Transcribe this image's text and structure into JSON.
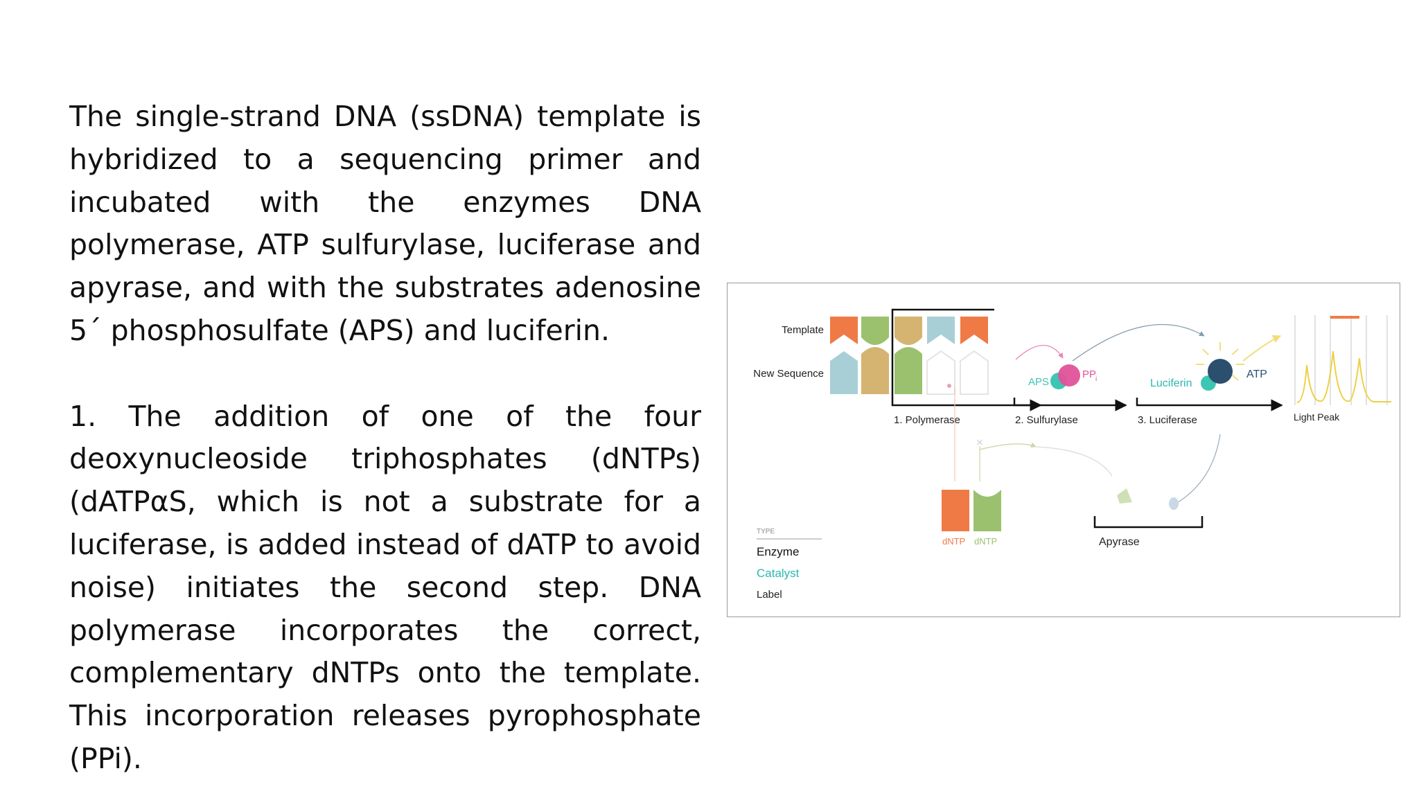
{
  "paragraphs": [
    "The single-strand DNA (ssDNA) template is hybridized to a sequencing primer and incubated with the enzymes DNA polymerase, ATP sulfurylase, luciferase and apyrase, and with the substrates adenosine 5´ phosphosulfate (APS) and luciferin.",
    "1. The addition of one of the four deoxynucleoside triphosphates (dNTPs) (dATPαS, which is not a substrate for a luciferase, is added instead of dATP to avoid noise) initiates the second step. DNA polymerase incorporates the correct, complementary dNTPs onto the template. This incorporation releases pyrophosphate (PPi)."
  ],
  "figure": {
    "row_labels": {
      "template": "Template",
      "new_sequence": "New Sequence"
    },
    "steps": [
      "1. Polymerase",
      "2. Sulfurylase",
      "3. Luciferase"
    ],
    "molecules": {
      "aps": "APS",
      "ppi_main": "PP",
      "ppi_sub": "i",
      "luciferin": "Luciferin",
      "atp": "ATP"
    },
    "output": "Light Peak",
    "apyrase": "Apyrase",
    "dntp_labels": [
      "dNTP",
      "dNTP"
    ],
    "legend": {
      "heading": "TYPE",
      "items": [
        "Enzyme",
        "Catalyst",
        "Label"
      ]
    },
    "colors": {
      "orange": "#f07a45",
      "green": "#9bc16f",
      "tan": "#d4b470",
      "light_blue": "#a9cfd6",
      "teal": "#3cc6b3",
      "pink": "#e0529a",
      "navy": "#2c4f6e",
      "yellow": "#ecd144",
      "catalyst_text": "#2ab8b0"
    }
  }
}
